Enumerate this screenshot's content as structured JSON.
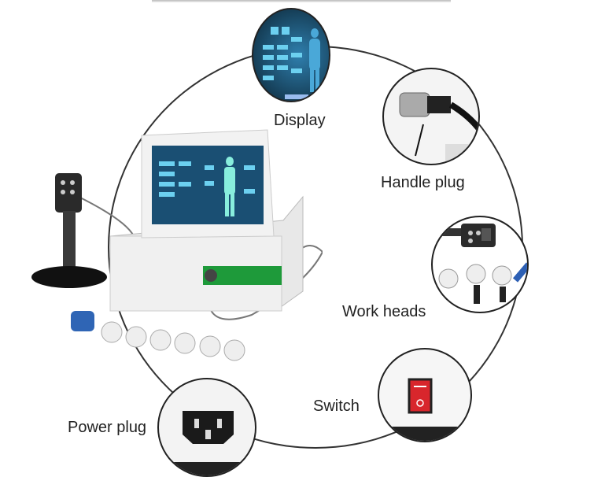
{
  "labels": {
    "display": "Display",
    "handle_plug": "Handle plug",
    "work_heads": "Work heads",
    "switch": "Switch",
    "power_plug": "Power plug"
  },
  "colors": {
    "screen": "#1a4f73",
    "accent_green": "#1e9a3a",
    "switch_red": "#d8262c"
  }
}
